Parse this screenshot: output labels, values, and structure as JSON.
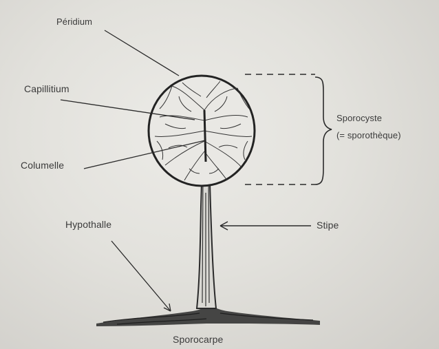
{
  "labels": {
    "peridium": "Péridium",
    "capillitium": "Capillitium",
    "columelle": "Columelle",
    "sporocyste": "Sporocyste",
    "sporotheque": "(= sporothèque)",
    "stipe": "Stipe",
    "hypothalle": "Hypothalle",
    "sporocarpe": "Sporocarpe"
  },
  "colors": {
    "ink": "#2a2a2a",
    "paper": "#e6e5e0",
    "label_text": "#3a3a3a"
  }
}
